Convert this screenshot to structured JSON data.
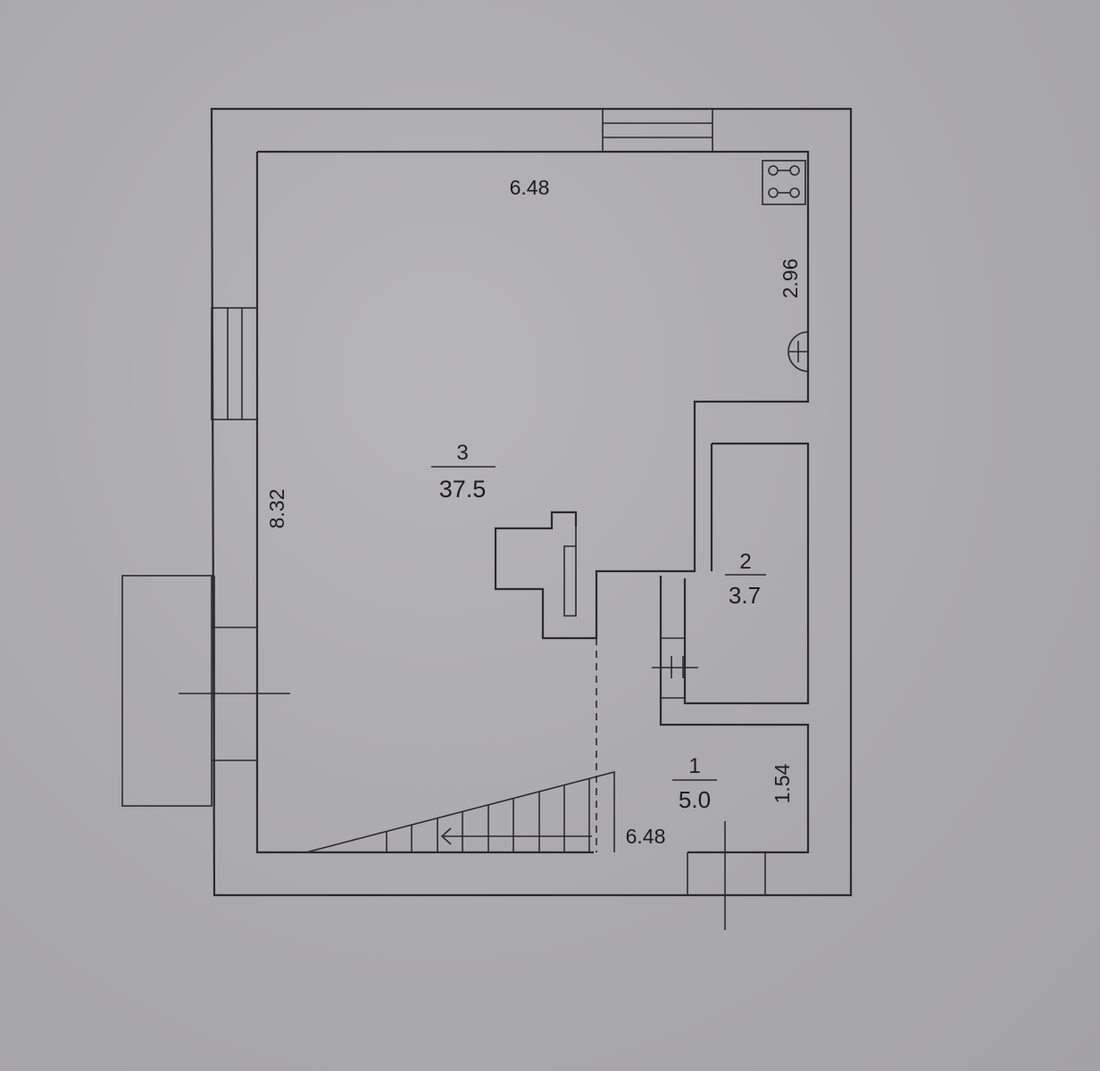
{
  "rooms": [
    {
      "number": "3",
      "area": "37.5"
    },
    {
      "number": "2",
      "area": "3.7"
    },
    {
      "number": "1",
      "area": "5.0"
    }
  ],
  "dimensions": {
    "top_width": "6.48",
    "left_height": "8.32",
    "right_upper": "2.96",
    "right_lower": "1.54",
    "bottom_width": "6.48"
  },
  "icons": [
    "stove-icon",
    "water-heater-icon",
    "staircase"
  ]
}
